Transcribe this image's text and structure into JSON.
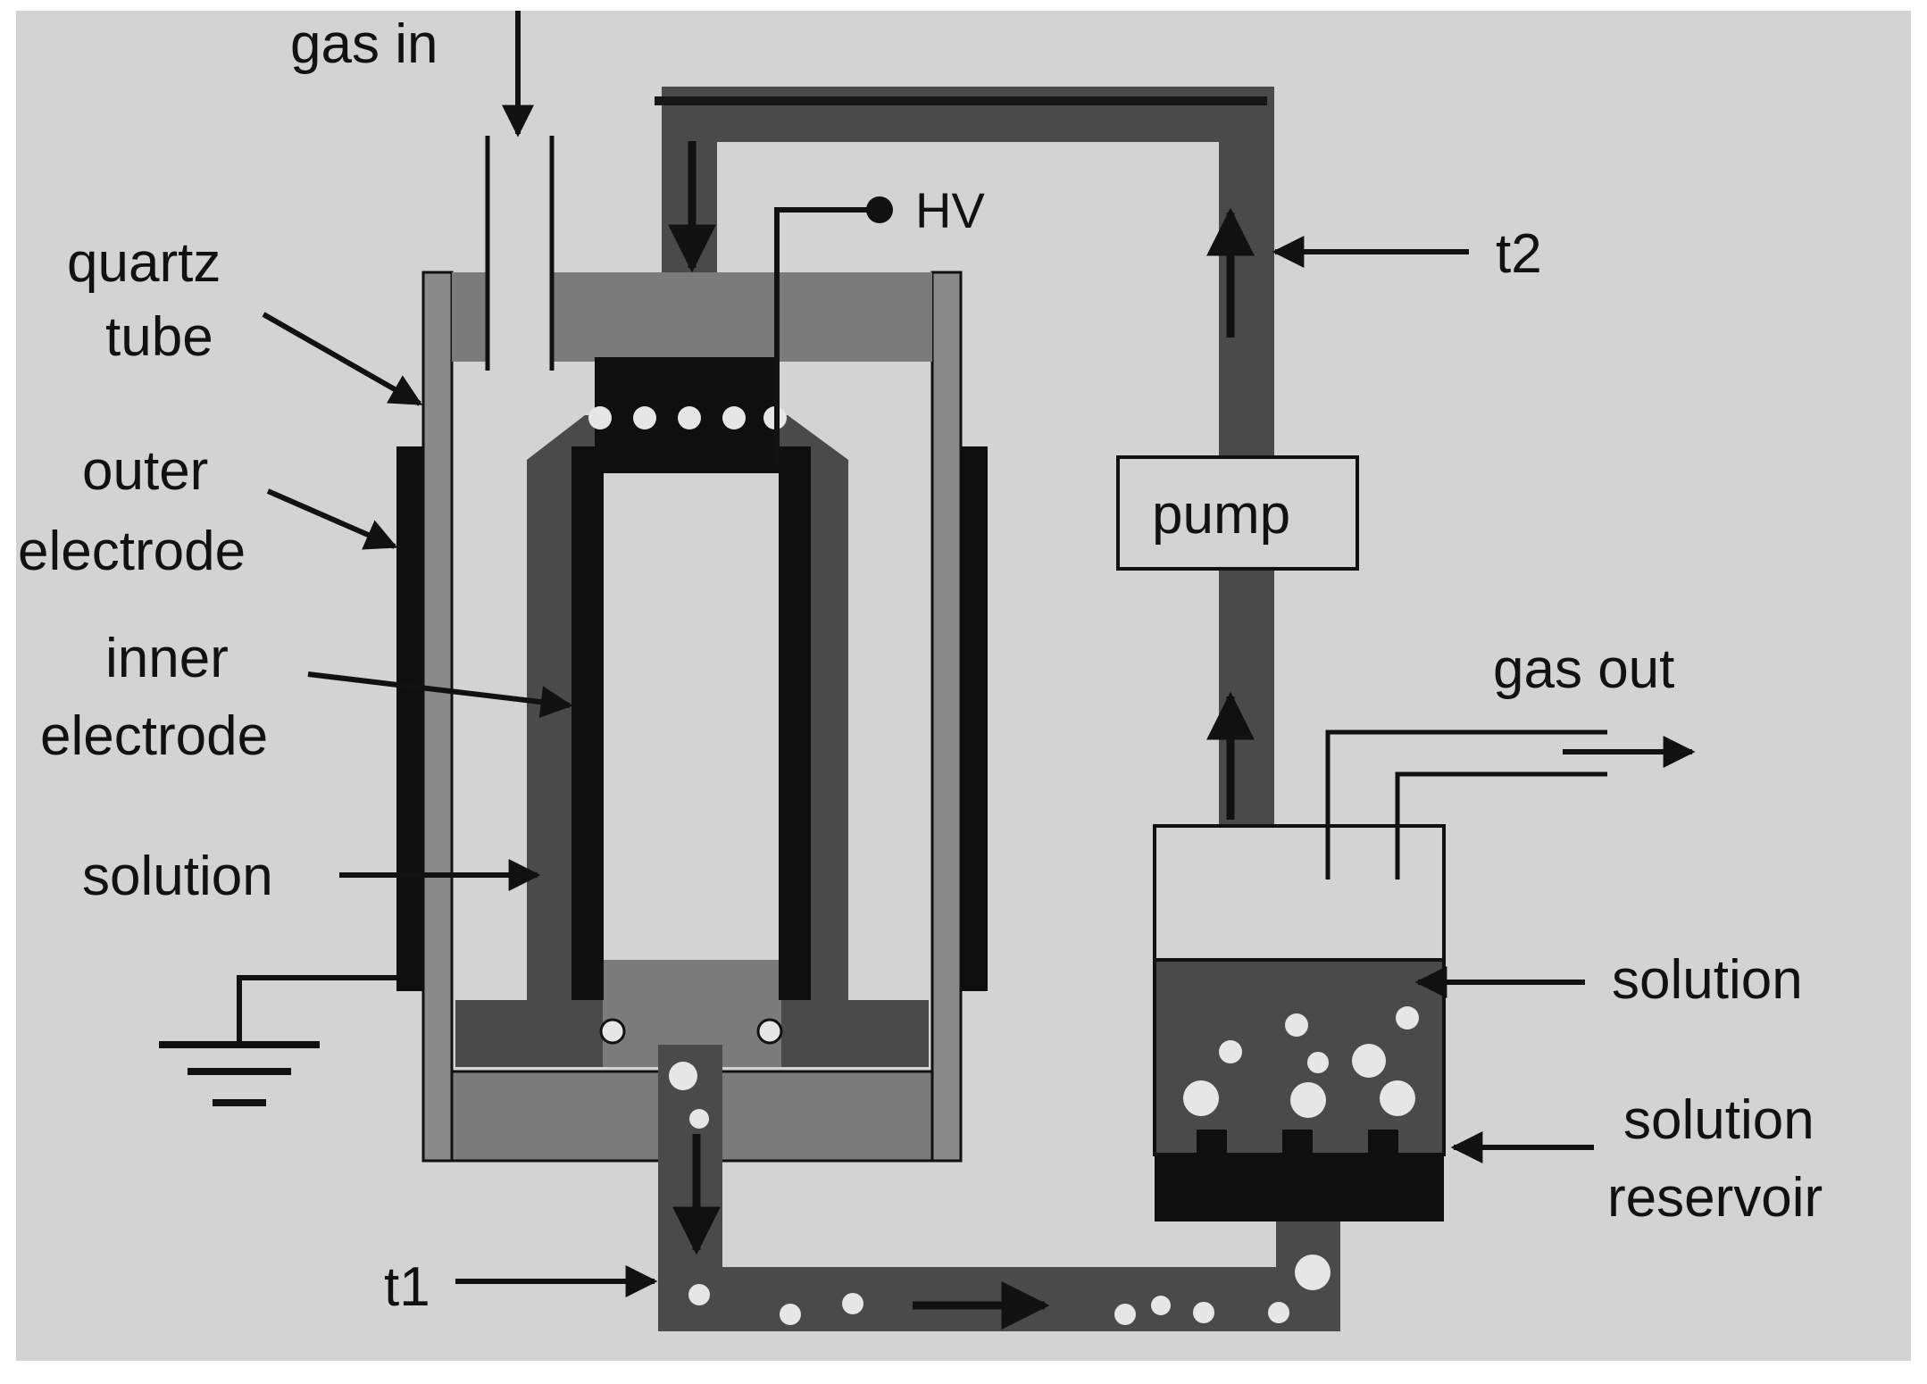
{
  "labels": {
    "gas_in": "gas in",
    "hv": "HV",
    "t2": "t2",
    "quartz_tube_1": "quartz",
    "quartz_tube_2": "tube",
    "outer_electrode_1": "outer",
    "outer_electrode_2": "electrode",
    "inner_electrode_1": "inner",
    "inner_electrode_2": "electrode",
    "solution_left": "solution",
    "pump": "pump",
    "gas_out": "gas out",
    "solution_right": "solution",
    "solution_reservoir_1": "solution",
    "solution_reservoir_2": "reservoir",
    "t1": "t1"
  },
  "colors": {
    "background": "#d3d3d3",
    "solution": "#4a4a4a",
    "electrode": "#0f0f0f",
    "quartz": "#8a8a8a",
    "flange": "#7b7b7b",
    "bubble": "#e6e6e6",
    "stroke": "#111111"
  }
}
